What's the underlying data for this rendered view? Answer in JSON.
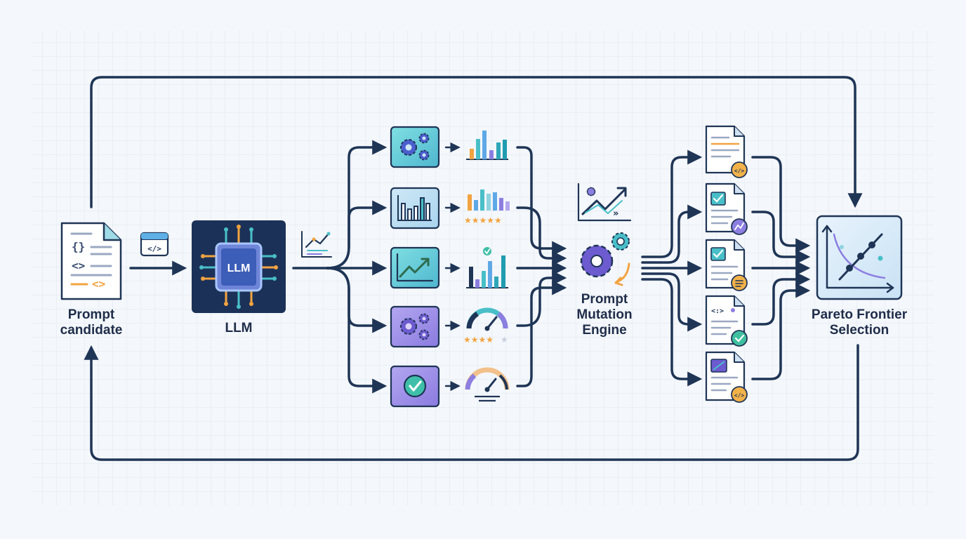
{
  "nodes": {
    "prompt_candidate": {
      "line1": "Prompt",
      "line2": "candidate"
    },
    "llm": {
      "chip_text": "LLM",
      "label": "LLM"
    },
    "mutation_engine": {
      "line1": "Prompt",
      "line2": "Mutation",
      "line3": "Engine"
    },
    "pareto": {
      "line1": "Pareto Frontier",
      "line2": "Selection"
    }
  },
  "evaluators": [
    {
      "icon": "gears-icon",
      "metric": "bar-chart-icon",
      "color": "#5ec8d3"
    },
    {
      "icon": "bar-chart-icon",
      "metric": "bar-chart-stars-icon",
      "color": "#8fc7e0"
    },
    {
      "icon": "trend-up-icon",
      "metric": "bar-chart-check-icon",
      "color": "#6fcfd6"
    },
    {
      "icon": "gears-icon",
      "metric": "gauge-stars-icon",
      "color": "#9b8ee6"
    },
    {
      "icon": "checkmark-icon",
      "metric": "gauge-icon",
      "color": "#8c7ee0"
    }
  ],
  "mutations": [
    {
      "icon": "document-icon",
      "badge": "code-badge-icon",
      "badge_color": "#f2b24a"
    },
    {
      "icon": "document-check-icon",
      "badge": "trend-badge-icon",
      "badge_color": "#8c7ee0"
    },
    {
      "icon": "document-check-icon",
      "badge": "list-badge-icon",
      "badge_color": "#f2b24a"
    },
    {
      "icon": "document-code-icon",
      "badge": "check-badge-icon",
      "badge_color": "#3fbf9f"
    },
    {
      "icon": "document-chart-icon",
      "badge": "code-badge-icon",
      "badge_color": "#f2b24a"
    }
  ],
  "colors": {
    "arrow": "#1f3556",
    "grid": "#e4eaf2",
    "chip_bg": "#1c3157",
    "teal": "#49bfc8",
    "purple": "#7f6fd8",
    "orange": "#f2a341"
  }
}
